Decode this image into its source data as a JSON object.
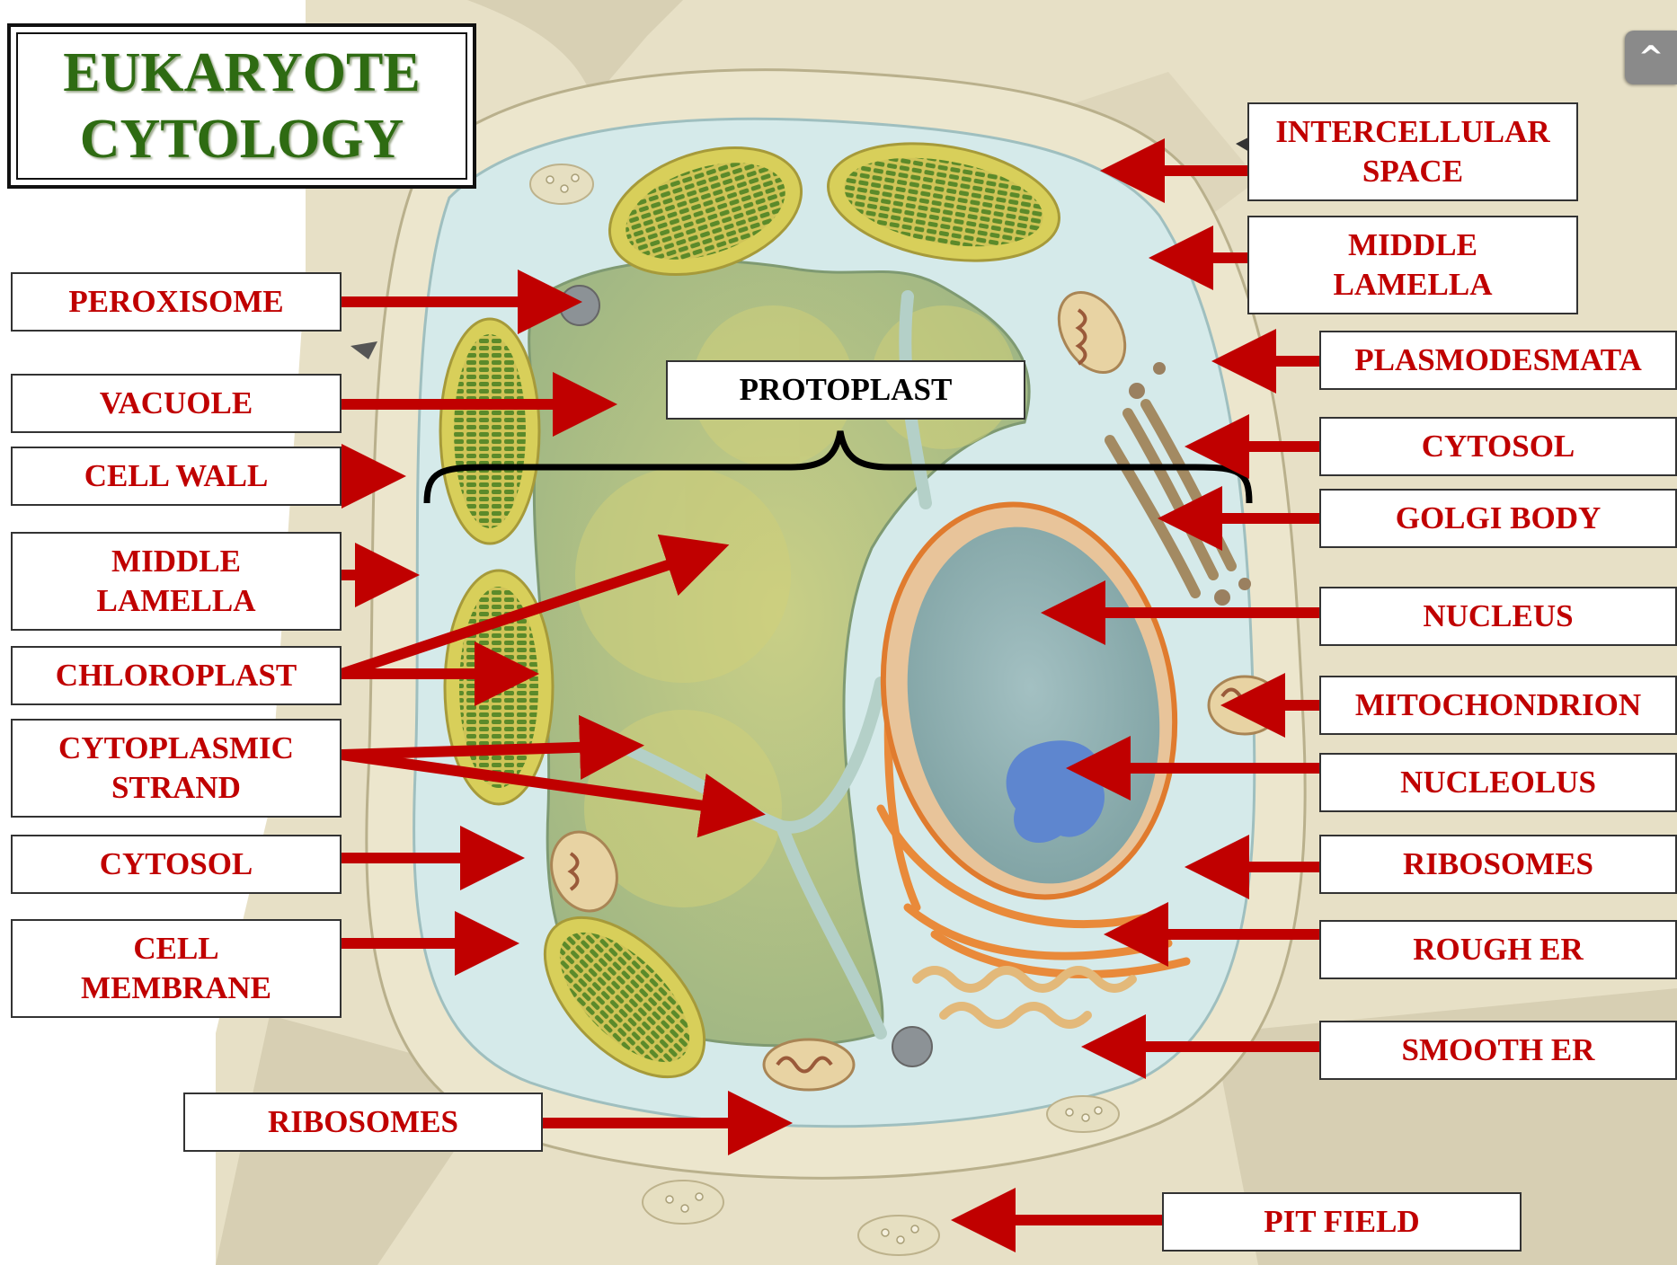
{
  "title": "EUKARYOTE\nCYTOLOGY",
  "nav": {
    "up_symbol": "^"
  },
  "left_labels": {
    "peroxisome": "PEROXISOME",
    "vacuole": "VACUOLE",
    "cell_wall": "CELL WALL",
    "middle_lamella": "MIDDLE\nLAMELLA",
    "chloroplast": "CHLOROPLAST",
    "cytoplasmic_strand": "CYTOPLASMIC\nSTRAND",
    "cytosol": "CYTOSOL",
    "cell_membrane": "CELL\nMEMBRANE",
    "ribosomes": "RIBOSOMES"
  },
  "right_labels": {
    "intercellular_space": "INTERCELLULAR\nSPACE",
    "middle_lamella": "MIDDLE\nLAMELLA",
    "plasmodesmata": "PLASMODESMATA",
    "cytosol": "CYTOSOL",
    "golgi_body": "GOLGI BODY",
    "nucleus": "NUCLEUS",
    "mitochondrion": "MITOCHONDRION",
    "nucleolus": "NUCLEOLUS",
    "ribosomes": "RIBOSOMES",
    "rough_er": "ROUGH ER",
    "smooth_er": "SMOOTH ER",
    "pit_field": "PIT FIELD"
  },
  "center_labels": {
    "protoplast": "PROTOPLAST"
  },
  "colors": {
    "label_text": "#c00000",
    "arrow": "#c00000",
    "title_text": "#2e6b12",
    "cell_wall": "#e8e1c3",
    "cytosol": "#d5eaea",
    "vacuole": "#a9be8a",
    "nucleus": "#8fb0b0",
    "nucleolus": "#5e86cf",
    "chloroplast": "#d8cf5a",
    "envelope": "#e07b2e"
  }
}
